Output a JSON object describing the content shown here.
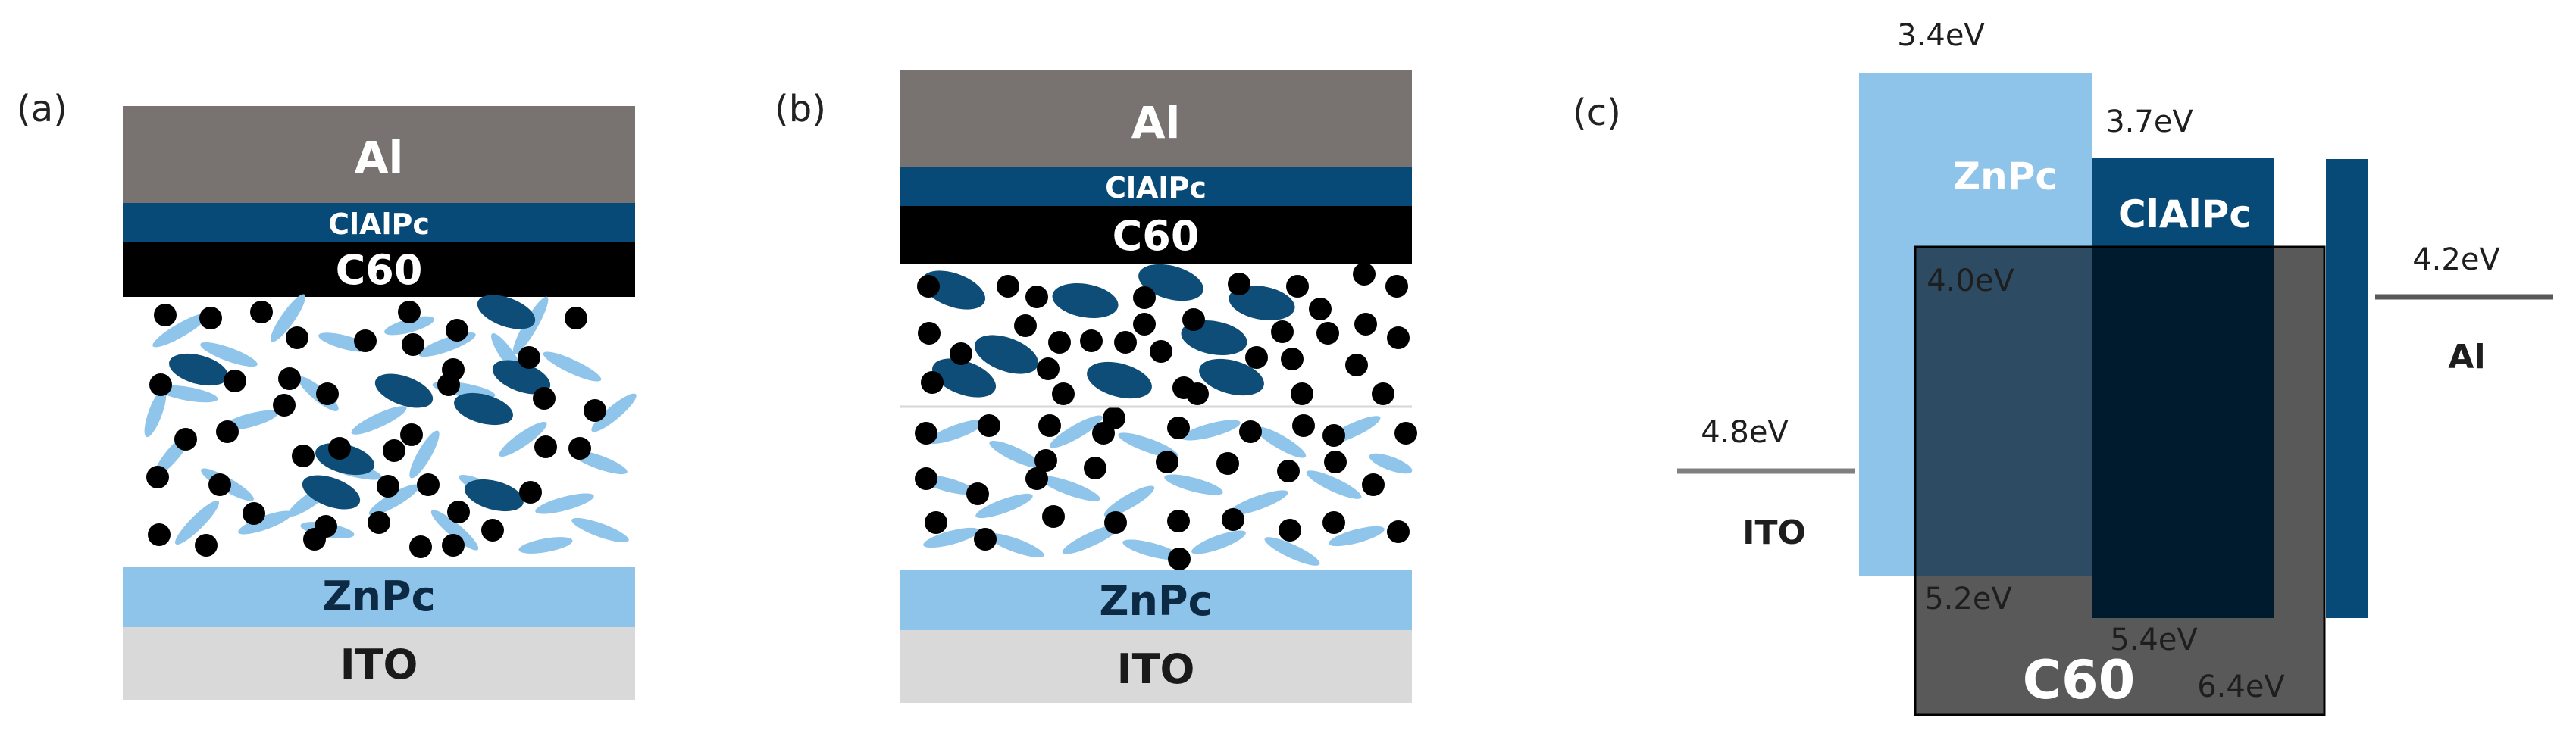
{
  "colors": {
    "al": "#787370",
    "clalpc": "#074a77",
    "c60": "#000000",
    "znpc": "#8ec3ea",
    "ito": "#d9d9d9",
    "dot": "#000000",
    "light_ellipse": "#8fc4eb",
    "dark_ellipse": "#0d4d78",
    "c60_energy_box": "#595959",
    "overlap_znpc_c60": "#2d4c63",
    "overlap_clalpc_c60": "#001a2e",
    "electrode_line": "#595959"
  },
  "panel_a": {
    "label": "(a)",
    "layers": {
      "al": "Al",
      "clalpc": "ClAlPc",
      "c60": "C60",
      "znpc": "ZnPc",
      "ito": "ITO"
    }
  },
  "panel_b": {
    "label": "(b)",
    "layers": {
      "al": "Al",
      "clalpc": "ClAlPc",
      "c60": "C60",
      "znpc": "ZnPc",
      "ito": "ITO"
    }
  },
  "panel_c": {
    "label": "(c)",
    "materials": {
      "znpc": "ZnPc",
      "clalpc": "ClAlPc",
      "c60": "C60",
      "ito": "ITO",
      "al": "Al"
    },
    "levels": {
      "znpc_lumo": "3.4eV",
      "clalpc_lumo": "3.7eV",
      "c60_lumo": "4.0eV",
      "al_wf": "4.2eV",
      "ito_wf": "4.8eV",
      "znpc_homo": "5.2eV",
      "clalpc_homo": "5.4eV",
      "c60_homo": "6.4eV"
    }
  }
}
